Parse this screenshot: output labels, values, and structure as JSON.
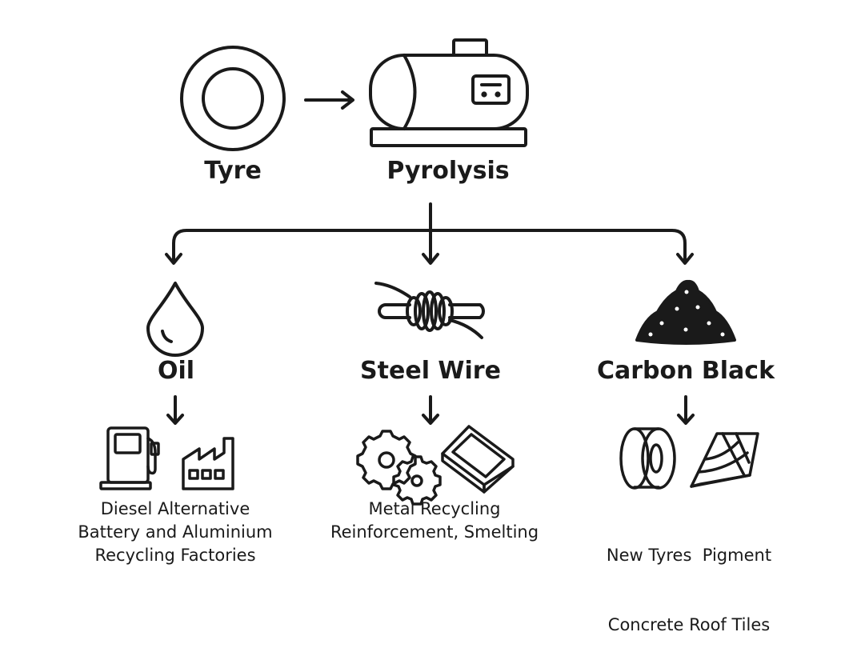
{
  "nodes": {
    "tyre": "Tyre",
    "pyrolysis": "Pyrolysis",
    "oil": "Oil",
    "steel_wire": "Steel Wire",
    "carbon_black": "Carbon Black"
  },
  "uses": {
    "oil": [
      "Diesel Alternative",
      "Battery and Aluminium",
      "Recycling Factories"
    ],
    "steel_wire": [
      "Metal Recycling",
      "Reinforcement, Smelting"
    ],
    "carbon_black": [
      "New Tyres  Pigment",
      "Concrete Roof Tiles"
    ]
  },
  "icons": {
    "tyre": "tyre-icon",
    "pyrolysis": "pyrolysis-reactor-icon",
    "oil": "oil-drop-icon",
    "steel_wire": "steel-wire-coil-icon",
    "carbon_black": "carbon-black-pile-icon",
    "fuel_pump": "fuel-pump-icon",
    "factory": "factory-icon",
    "gears": "gears-icon",
    "metal_ingot": "metal-ingot-icon",
    "new_tyre": "new-tyre-icon",
    "roof_tile": "roof-tile-icon"
  },
  "colors": {
    "ink": "#1a1a1a",
    "background": "#ffffff"
  }
}
